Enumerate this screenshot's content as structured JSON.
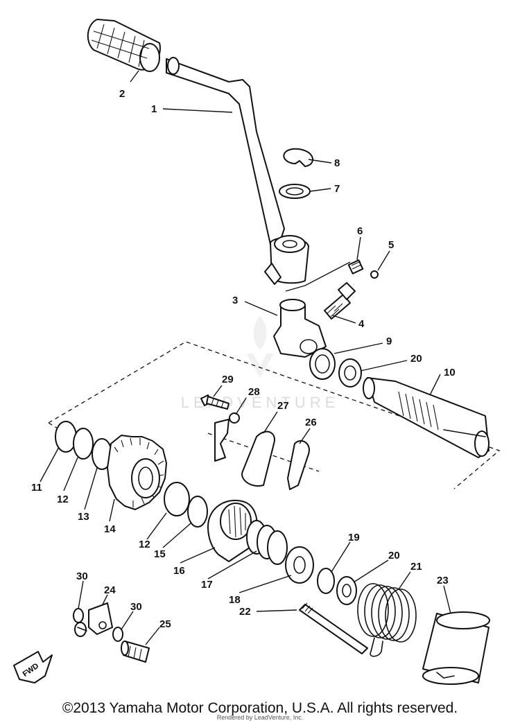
{
  "watermark": "LEADVENTURE",
  "fwd_badge": "FWD",
  "callouts": [
    "1",
    "2",
    "3",
    "4",
    "5",
    "6",
    "7",
    "8",
    "9",
    "10",
    "11",
    "12",
    "12",
    "13",
    "14",
    "15",
    "16",
    "17",
    "18",
    "19",
    "20",
    "20",
    "21",
    "22",
    "23",
    "24",
    "25",
    "26",
    "27",
    "28",
    "29",
    "30",
    "30"
  ],
  "footer": {
    "copyright": "©2013 Yamaha Motor Corporation, U.S.A. All rights reserved.",
    "rendered_by": "Rendered by LeadVenture, Inc."
  }
}
